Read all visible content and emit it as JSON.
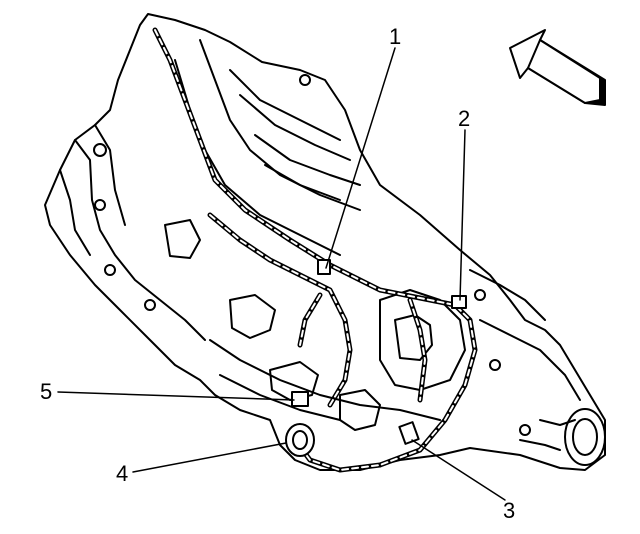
{
  "callouts": {
    "c1": "1",
    "c2": "2",
    "c3": "3",
    "c4": "4",
    "c5": "5"
  },
  "icons": {
    "direction_arrow": "forward-arrow-icon"
  },
  "colors": {
    "line": "#000000",
    "background": "#ffffff"
  }
}
